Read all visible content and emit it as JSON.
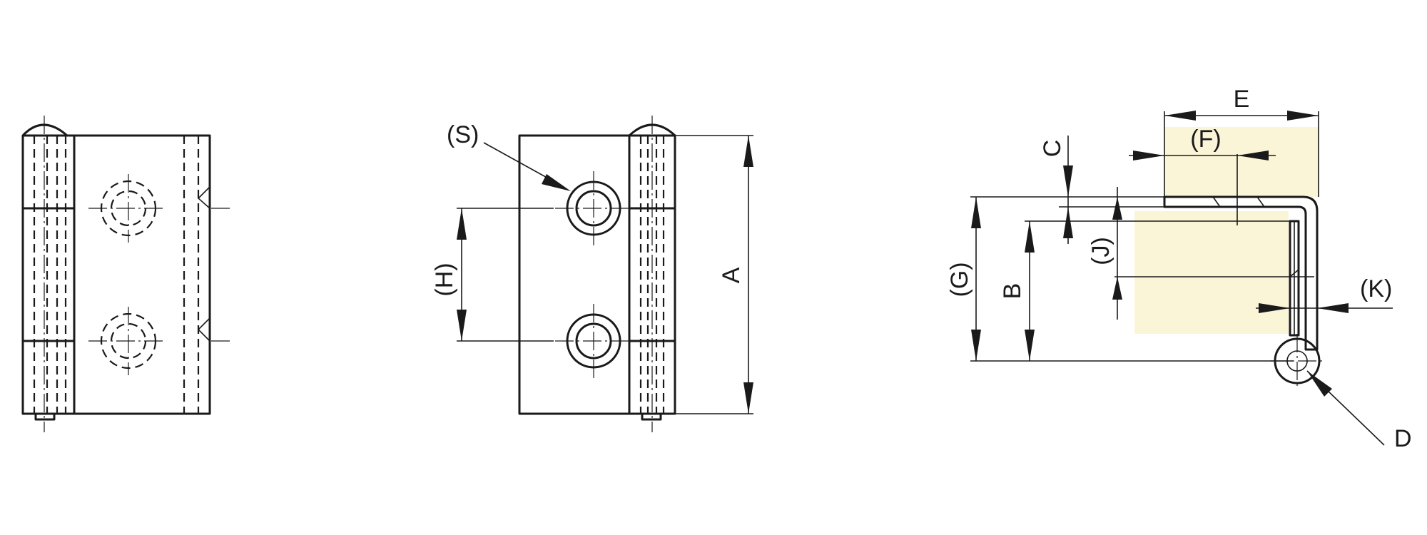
{
  "diagram": {
    "labels": {
      "S": "(S)",
      "H": "(H)",
      "A": "A",
      "E": "E",
      "F": "(F)",
      "C": "C",
      "G": "(G)",
      "B": "B",
      "J": "(J)",
      "K": "(K)",
      "D": "D"
    },
    "colors": {
      "line": "#1a1a1a",
      "fill": "#fbf5d8",
      "background": "#ffffff"
    }
  }
}
